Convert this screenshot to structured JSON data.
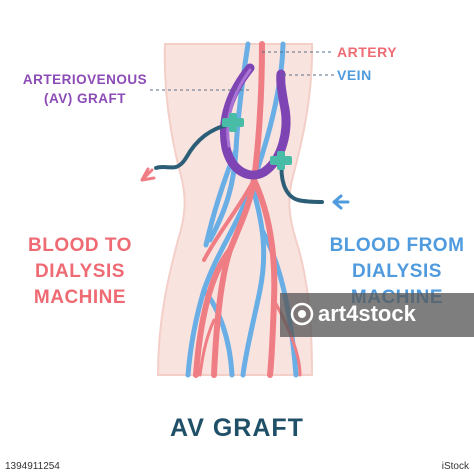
{
  "labels": {
    "artery": "ARTERY",
    "vein": "VEIN",
    "graft": "ARTERIOVENOUS (AV) GRAFT",
    "blood_to": "BLOOD TO DIALYSIS MACHINE",
    "blood_from": "BLOOD FROM DIALYSIS MACHINE",
    "title": "AV GRAFT"
  },
  "watermark": {
    "text": "art4stock",
    "id": "1394911254",
    "brand": "iStock"
  },
  "colors": {
    "skin": "#f9e3df",
    "skin_edge": "#f3cfc8",
    "artery": "#ef7d84",
    "vein": "#6aaee6",
    "graft": "#7e44b3",
    "graft_light": "#a974d6",
    "tube": "#2c5f77",
    "clamp": "#48bca6",
    "leader_line": "#5a6e84"
  }
}
